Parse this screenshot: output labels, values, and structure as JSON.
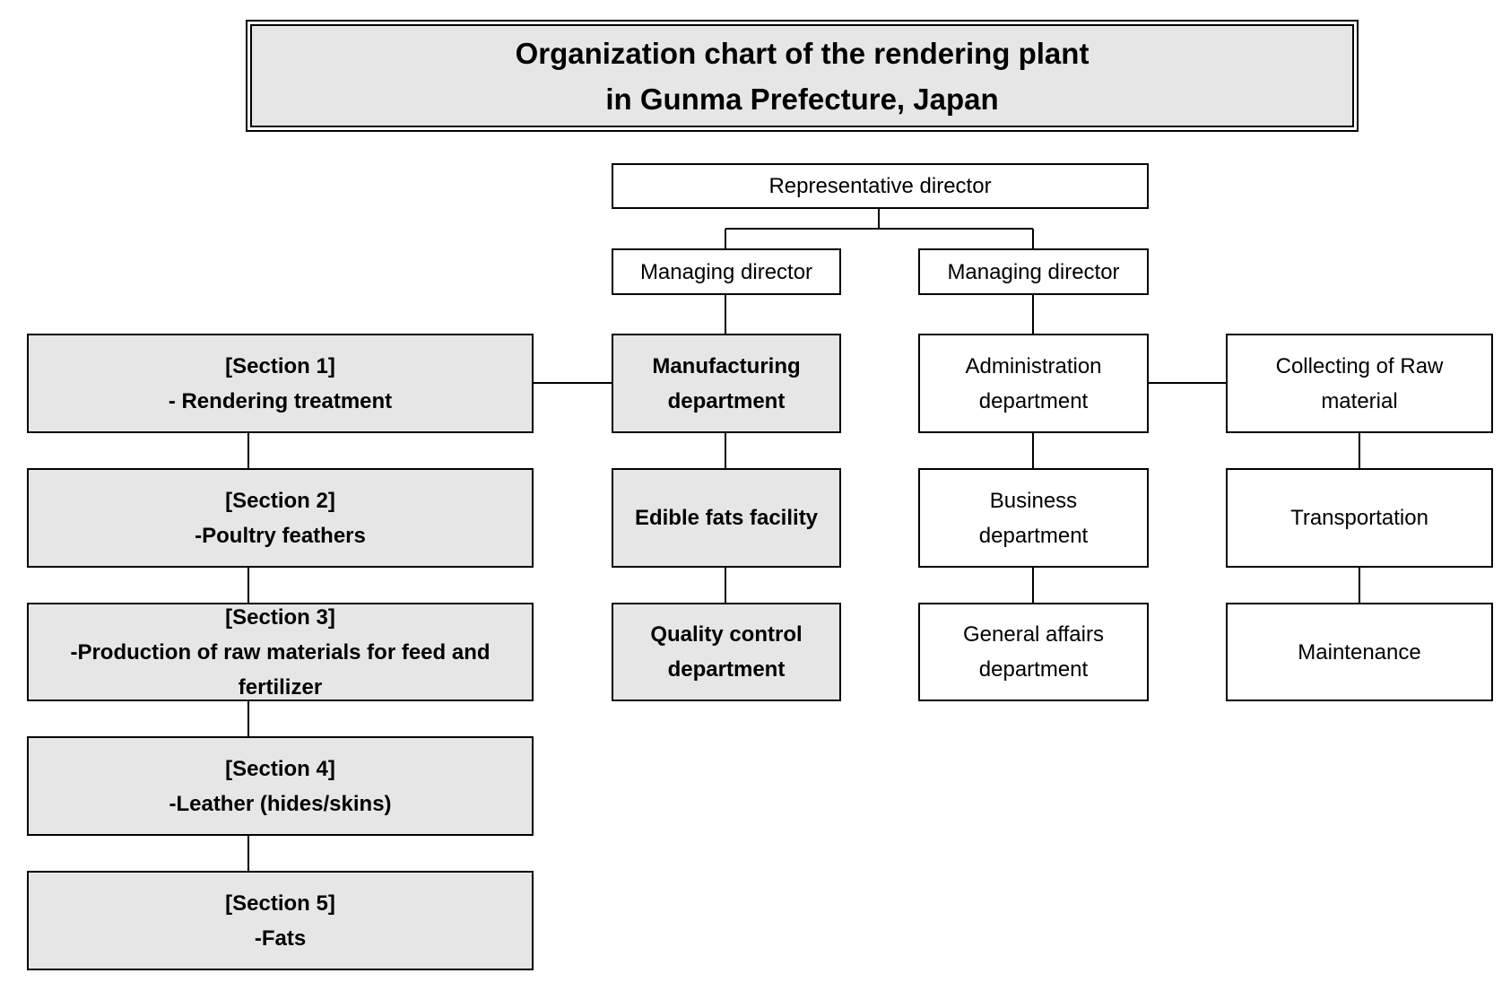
{
  "title": {
    "line1": "Organization chart of the rendering plant",
    "line2": "in Gunma Prefecture, Japan"
  },
  "nodes": {
    "representative_director": [
      "Representative director"
    ],
    "managing_director_left": [
      "Managing director"
    ],
    "managing_director_right": [
      "Managing director"
    ],
    "manufacturing": [
      "Manufacturing",
      "department"
    ],
    "edible_fats": [
      "Edible fats facility"
    ],
    "quality_control": [
      "Quality control",
      "department"
    ],
    "administration": [
      "Administration",
      "department"
    ],
    "business": [
      "Business",
      "department"
    ],
    "general_affairs": [
      "General affairs",
      "department"
    ],
    "collecting": [
      "Collecting of Raw",
      "material"
    ],
    "transportation": [
      "Transportation"
    ],
    "maintenance": [
      "Maintenance"
    ],
    "section1": [
      "[Section 1]",
      "- Rendering treatment"
    ],
    "section2": [
      "[Section 2]",
      "-Poultry feathers"
    ],
    "section3": [
      "[Section 3]",
      "-Production of raw materials for feed and",
      "fertilizer"
    ],
    "section4": [
      "[Section 4]",
      "-Leather (hides/skins)"
    ],
    "section5": [
      "[Section 5]",
      "-Fats"
    ]
  }
}
